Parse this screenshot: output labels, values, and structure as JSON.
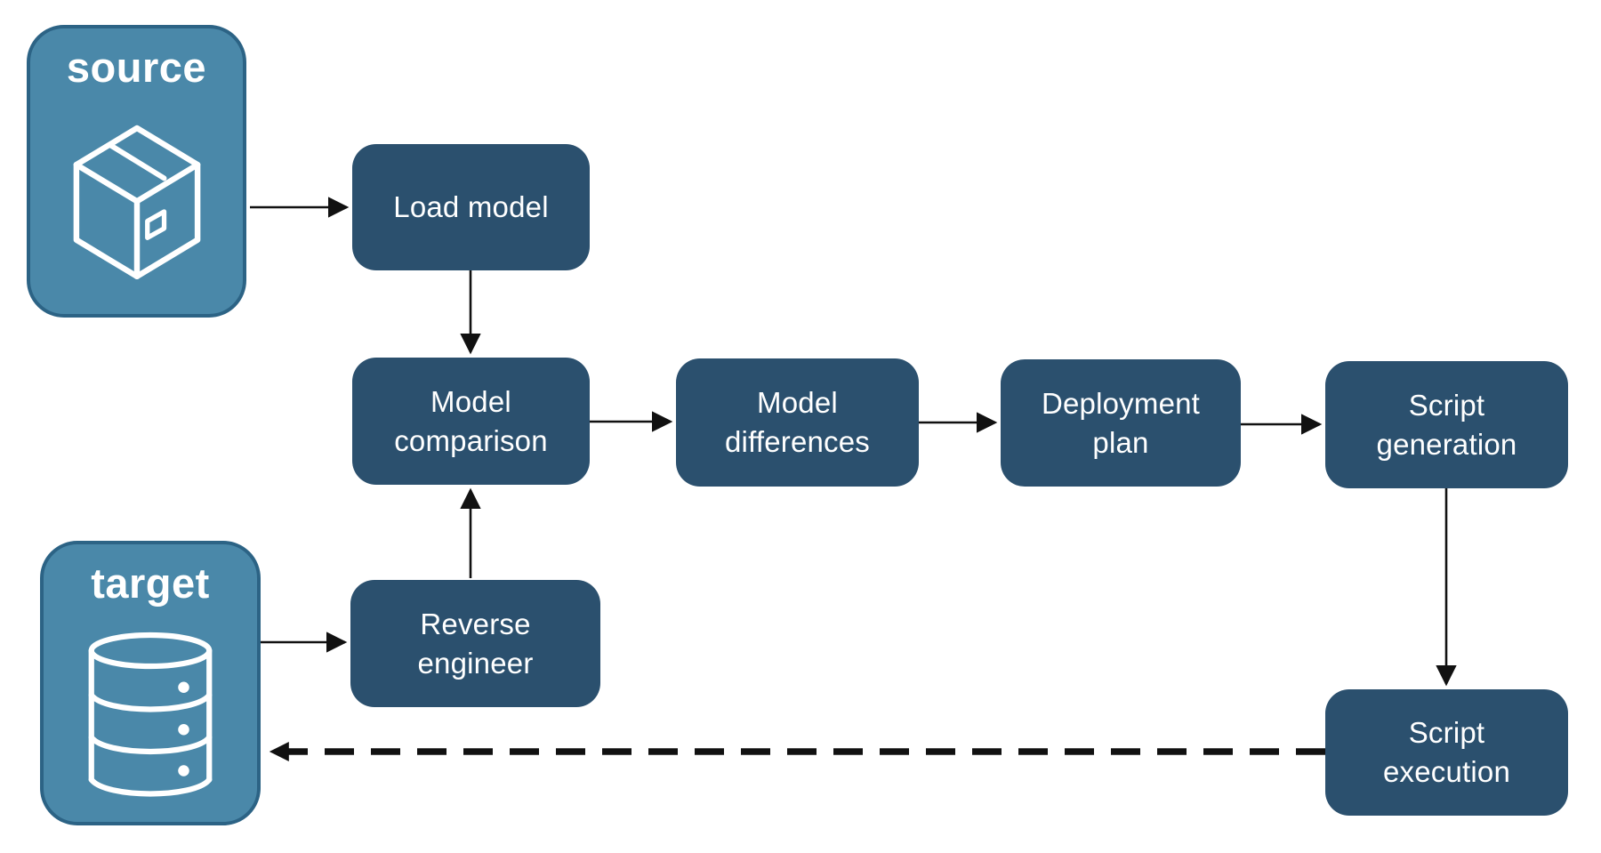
{
  "diagram": {
    "type": "flowchart",
    "background": "#ffffff",
    "colors": {
      "node_fill": "#2b506e",
      "container_fill": "#4a88a9",
      "container_border": "#2c6385",
      "arrow": "#111111",
      "text": "#ffffff"
    },
    "nodes": {
      "source": {
        "label": "source",
        "icon": "package-icon"
      },
      "target": {
        "label": "target",
        "icon": "database-icon"
      },
      "load_model": {
        "label": "Load model"
      },
      "model_comparison": {
        "label": "Model comparison"
      },
      "model_differences": {
        "label": "Model differences"
      },
      "deployment_plan": {
        "label": "Deployment plan"
      },
      "script_generation": {
        "label": "Script generation"
      },
      "reverse_engineer": {
        "label": "Reverse engineer"
      },
      "script_execution": {
        "label": "Script execution"
      }
    },
    "edges": [
      {
        "from": "source",
        "to": "load_model",
        "style": "solid"
      },
      {
        "from": "load_model",
        "to": "model_comparison",
        "style": "solid"
      },
      {
        "from": "model_comparison",
        "to": "model_differences",
        "style": "solid"
      },
      {
        "from": "model_differences",
        "to": "deployment_plan",
        "style": "solid"
      },
      {
        "from": "deployment_plan",
        "to": "script_generation",
        "style": "solid"
      },
      {
        "from": "script_generation",
        "to": "script_execution",
        "style": "solid"
      },
      {
        "from": "target",
        "to": "reverse_engineer",
        "style": "solid"
      },
      {
        "from": "reverse_engineer",
        "to": "model_comparison",
        "style": "solid"
      },
      {
        "from": "script_execution",
        "to": "target",
        "style": "dashed"
      }
    ]
  }
}
